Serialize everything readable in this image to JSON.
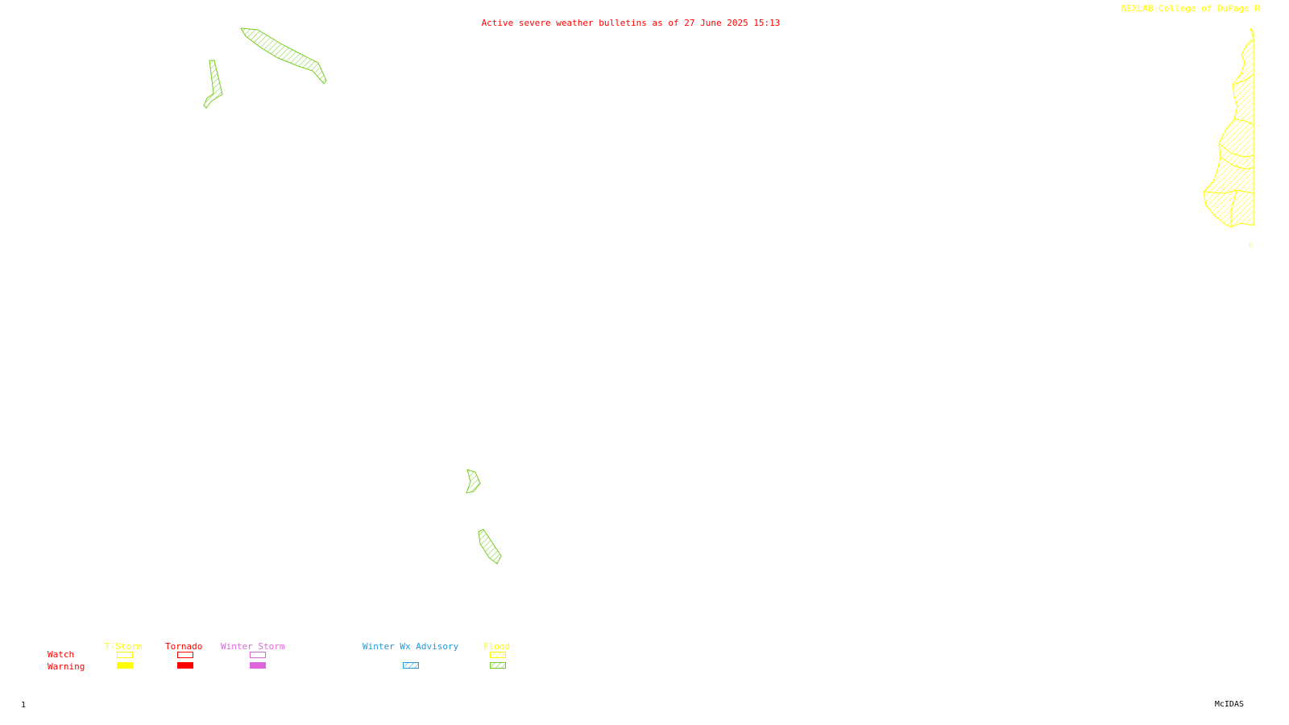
{
  "header": {
    "title": "Active severe weather bulletins as of 27 June 2025 15:13",
    "credit": "NEXLAB-College of DuPage R"
  },
  "footer": {
    "frame_number": "1",
    "software": "McIDAS"
  },
  "legend": {
    "row_labels": {
      "watch": "Watch",
      "warning": "Warning"
    },
    "categories": [
      {
        "key": "tstorm",
        "label": "T-Storm",
        "color": "#ffff00"
      },
      {
        "key": "tornado",
        "label": "Tornado",
        "color": "#ff0000"
      },
      {
        "key": "winter_storm",
        "label": "Winter Storm",
        "color": "#dd66dd"
      },
      {
        "key": "winter_wx_advisory",
        "label": "Winter Wx Advisory",
        "color": "#2299dd"
      },
      {
        "key": "flood",
        "label": "Flood",
        "color": "#ffff00",
        "warning_color": "#77cc22"
      }
    ]
  },
  "colors": {
    "title": "#ff0000",
    "credit": "#ffff00",
    "flood_warning": "#77cc22",
    "tstorm_watch": "#ffff00"
  }
}
